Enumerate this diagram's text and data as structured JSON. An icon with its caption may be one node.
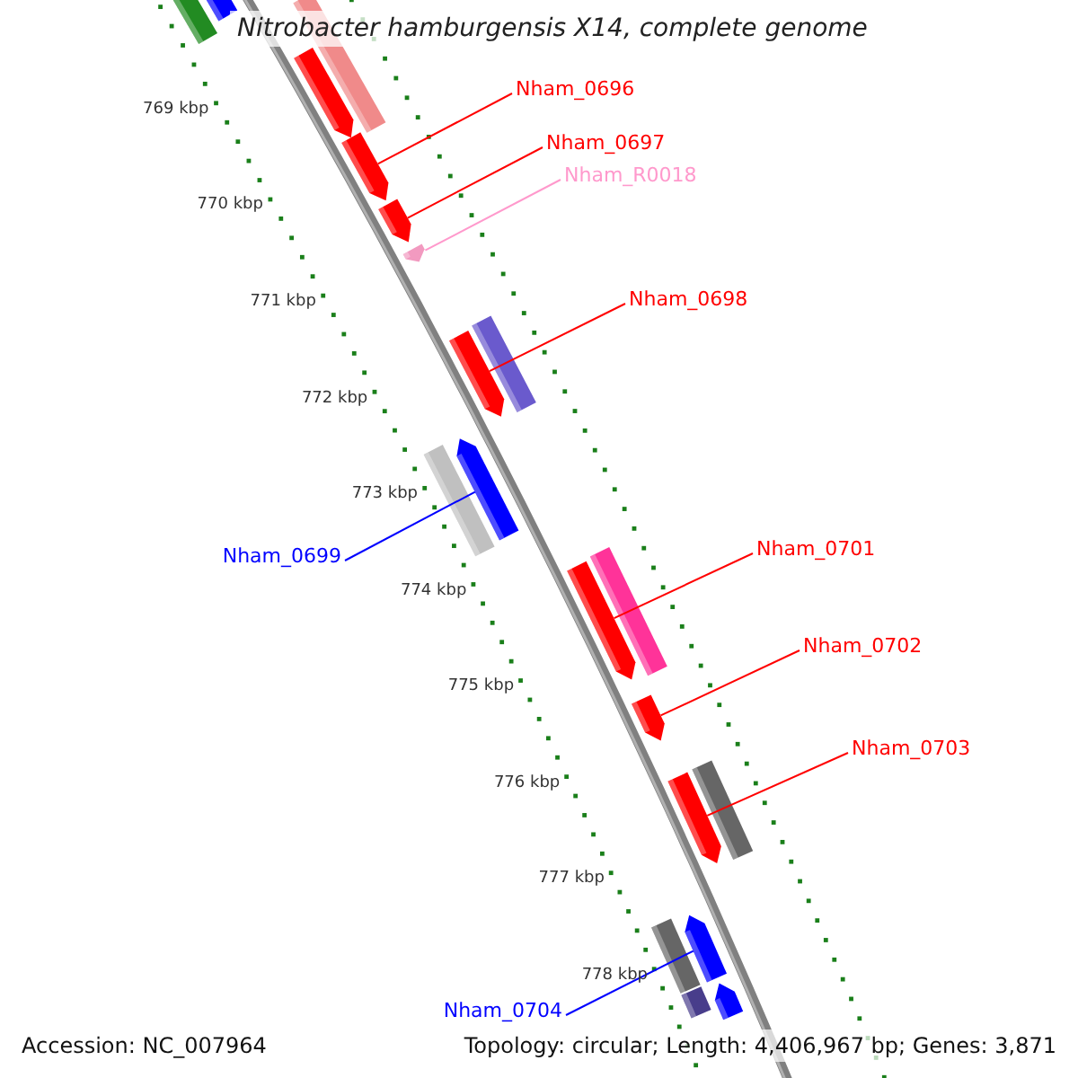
{
  "diagram": {
    "title": "Nitrobacter hamburgensis X14, complete genome",
    "nodes": [
      {
        "text": [
          "Nham_0696"
        ]
      },
      {
        "text": [
          "Nham_0697"
        ]
      },
      {
        "text": [
          "Nham_R0018"
        ]
      },
      {
        "text": [
          "Nham_0698"
        ]
      },
      {
        "text": [
          "Nham_0699"
        ]
      },
      {
        "text": [
          "Nham_0701"
        ]
      },
      {
        "text": [
          "Nham_0702"
        ]
      },
      {
        "text": [
          "Nham_0703"
        ]
      },
      {
        "text": [
          "Nham_0704"
        ]
      },
      {
        "text": [],
        "shape": "bar"
      },
      {
        "text": [],
        "shape": "bar"
      },
      {
        "text": [],
        "shape": "bar"
      },
      {
        "text": [],
        "shape": "bar"
      },
      {
        "text": [],
        "shape": "bar"
      },
      {
        "text": [],
        "shape": "bar"
      },
      {
        "text": [],
        "shape": "bar"
      },
      {
        "text": [],
        "shape": "bar"
      },
      {
        "text": [],
        "shape": "bar"
      },
      {
        "text": [],
        "shape": "bar"
      },
      {
        "text": [],
        "shape": "bar"
      },
      {
        "text": [],
        "shape": "bar"
      },
      {
        "text": [],
        "shape": "bar"
      },
      {
        "text": [],
        "shape": "bar"
      },
      {
        "text": [],
        "shape": "bar"
      },
      {
        "text": [],
        "shape": "bar"
      },
      {
        "text": [],
        "shape": "bar"
      },
      {
        "text": [],
        "shape": "bar"
      },
      {
        "text": [],
        "shape": "bar"
      },
      {
        "text": [],
        "shape": "bar"
      }
    ],
    "edges": [
      {
        "from": 0,
        "to": 13,
        "arrow": "none"
      },
      {
        "from": 1,
        "to": 14,
        "arrow": "none"
      },
      {
        "from": 2,
        "to": 15,
        "arrow": "none",
        "color": "#ff99cc"
      },
      {
        "from": 3,
        "to": 17,
        "arrow": "none"
      },
      {
        "from": 4,
        "to": 18,
        "arrow": "none",
        "color": "#0000ff"
      },
      {
        "from": 5,
        "to": 21,
        "arrow": "none"
      },
      {
        "from": 6,
        "to": 22,
        "arrow": "none"
      },
      {
        "from": 7,
        "to": 24,
        "arrow": "none"
      },
      {
        "from": 8,
        "to": 25,
        "arrow": "none",
        "color": "#0000ff"
      }
    ],
    "labels": [
      "769 kbp",
      "770 kbp",
      "771 kbp",
      "772 kbp",
      "773 kbp",
      "774 kbp",
      "775 kbp",
      "776 kbp",
      "777 kbp",
      "778 kbp",
      "Accession: NC_007964",
      "Topology: circular; Length: 4,406,967 bp; Genes: 3,871"
    ]
  }
}
